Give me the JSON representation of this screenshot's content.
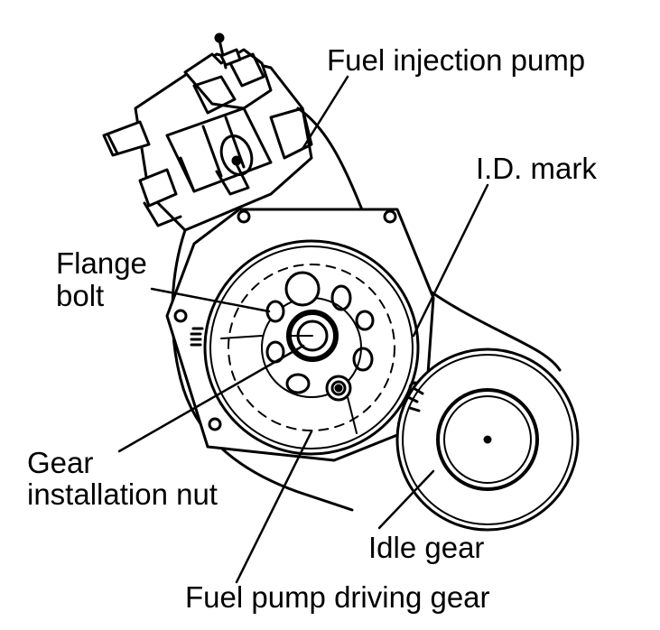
{
  "labels": {
    "fuel_injection_pump": "Fuel injection pump",
    "id_mark": "I.D. mark",
    "flange_bolt_line1": "Flange",
    "flange_bolt_line2": "bolt",
    "gear_installation_nut_line1": "Gear",
    "gear_installation_nut_line2": "installation nut",
    "idle_gear": "Idle gear",
    "fuel_pump_driving_gear": "Fuel pump driving gear"
  },
  "colors": {
    "ink": "#000000",
    "paper": "#ffffff"
  }
}
